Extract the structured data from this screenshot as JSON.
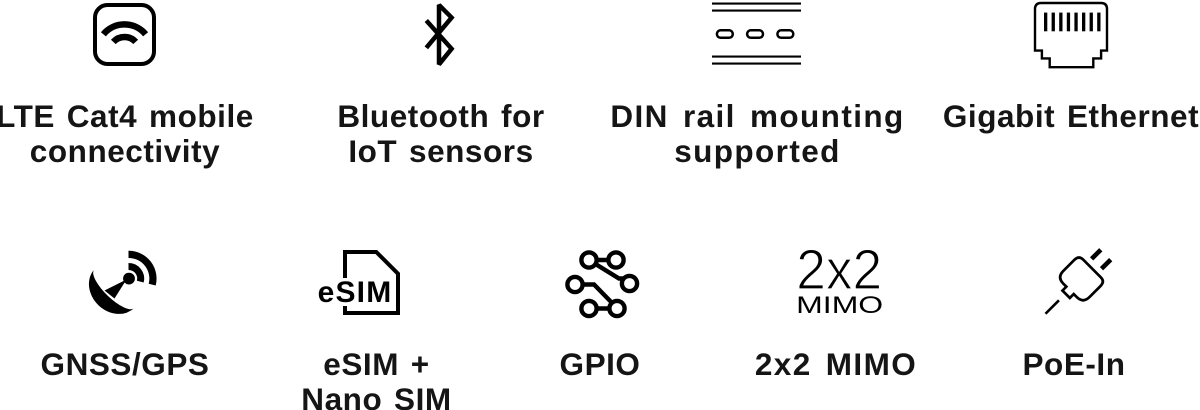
{
  "page": {
    "background": "#ffffff",
    "icon_color": "#000000",
    "text_color": "#151515",
    "description": "Product feature highlights grid with outline icons, 2 rows"
  },
  "features": {
    "row1": [
      {
        "icon": "cellular-signal-icon",
        "label": "LTE Cat4 mobile\nconnectivity"
      },
      {
        "icon": "bluetooth-icon",
        "label": "Bluetooth for\nIoT sensors"
      },
      {
        "icon": "din-rail-icon",
        "label": "DIN rail mounting\nsupported"
      },
      {
        "icon": "ethernet-port-icon",
        "label": "Gigabit Ethernet"
      }
    ],
    "row2": [
      {
        "icon": "satellite-dish-icon",
        "label": "GNSS/GPS"
      },
      {
        "icon": "sim-card-icon",
        "label": "eSIM +\nNano SIM",
        "icon_text": "eSIM"
      },
      {
        "icon": "gpio-pins-icon",
        "label": "GPIO"
      },
      {
        "icon": "mimo-icon",
        "label": "2x2 MIMO",
        "icon_text_top": "2x2",
        "icon_text_bottom": "MIMO"
      },
      {
        "icon": "poe-plug-icon",
        "label": "PoE-In"
      }
    ]
  }
}
